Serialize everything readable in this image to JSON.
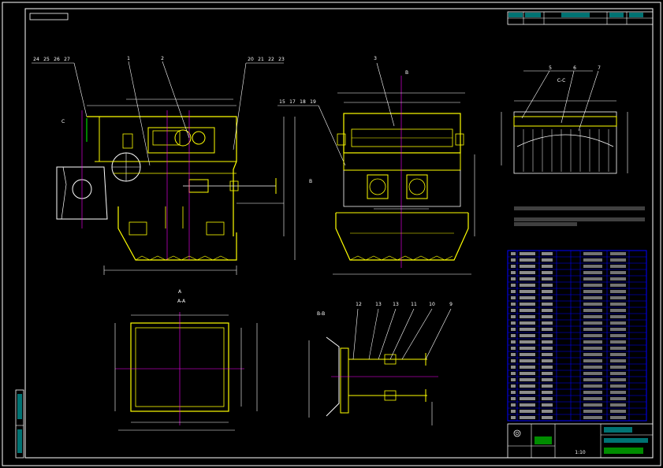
{
  "drawing": {
    "stamp_top_left": "",
    "side_strip_label": "",
    "section_label_a": "A",
    "section_label_aa": "A-A",
    "section_label_b": "B",
    "section_label_bb": "B-B",
    "section_label_c": "C",
    "section_label_cc": "C-C",
    "tech_req_title": "",
    "scale_text": "1:10"
  },
  "balloons_left": [
    "24",
    "25",
    "26",
    "27",
    "1",
    "2",
    "20",
    "21",
    "22",
    "23",
    "15",
    "17",
    "18",
    "19"
  ],
  "balloons_mid": [
    "3"
  ],
  "balloons_right": [
    "5",
    "6",
    "7"
  ],
  "balloons_lower": [
    "12",
    "13",
    "13",
    "11",
    "10",
    "9"
  ],
  "colors": {
    "frame": "#ffffff",
    "yellow": "#ffff00",
    "cyan": "#00ffff",
    "green": "#00ff00",
    "magenta": "#ff00ff",
    "blue": "#0000ff",
    "red": "#ff0000"
  }
}
